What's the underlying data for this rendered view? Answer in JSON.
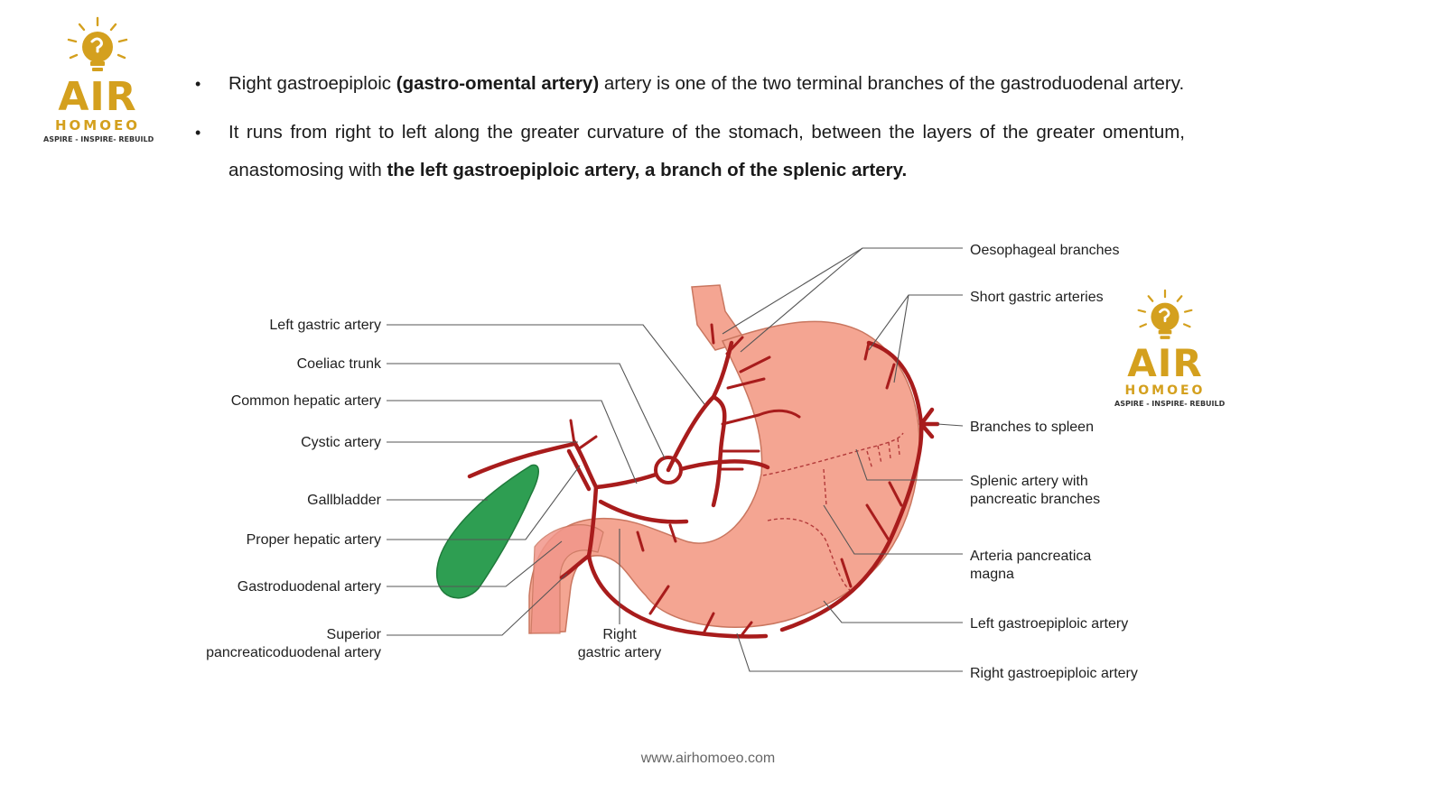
{
  "logo": {
    "name": "AIR",
    "subname": "HOMOEO",
    "tagline": "ASPIRE - INSPIRE- REBUILD"
  },
  "bullets": [
    {
      "parts": [
        {
          "text": "Right gastroepiploic ",
          "bold": false
        },
        {
          "text": "(gastro-omental artery)",
          "bold": true
        },
        {
          "text": " artery is one of the two terminal branches of the gastroduodenal artery.",
          "bold": false
        }
      ]
    },
    {
      "parts": [
        {
          "text": "It runs from right to left along the greater curvature of the stomach, between the layers of the greater omentum, anastomosing with ",
          "bold": false
        },
        {
          "text": "the left gastroepiploic artery, a branch of the splenic artery.",
          "bold": true
        }
      ]
    }
  ],
  "diagram": {
    "labels_left": {
      "left_gastric": "Left gastric artery",
      "coeliac_trunk": "Coeliac trunk",
      "common_hepatic": "Common hepatic artery",
      "cystic": "Cystic artery",
      "gallbladder": "Gallbladder",
      "proper_hepatic": "Proper hepatic artery",
      "gastroduodenal": "Gastroduodenal artery",
      "superior_pd_1": "Superior",
      "superior_pd_2": "pancreaticoduodenal artery"
    },
    "labels_bottom": {
      "right_gastric_1": "Right",
      "right_gastric_2": "gastric artery"
    },
    "labels_right": {
      "oesophageal": "Oesophageal branches",
      "short_gastric": "Short gastric arteries",
      "spleen": "Branches to spleen",
      "splenic_1": "Splenic artery with",
      "splenic_2": "pancreatic branches",
      "apm_1": "Arteria pancreatica",
      "apm_2": "magna",
      "left_ge": "Left gastroepiploic artery",
      "right_ge": "Right gastroepiploic artery"
    },
    "colors": {
      "stomach": "#f4a592",
      "artery": "#a81c1c",
      "gallbladder": "#2e9e52"
    }
  },
  "footer": {
    "url": "www.airhomoeo.com"
  }
}
